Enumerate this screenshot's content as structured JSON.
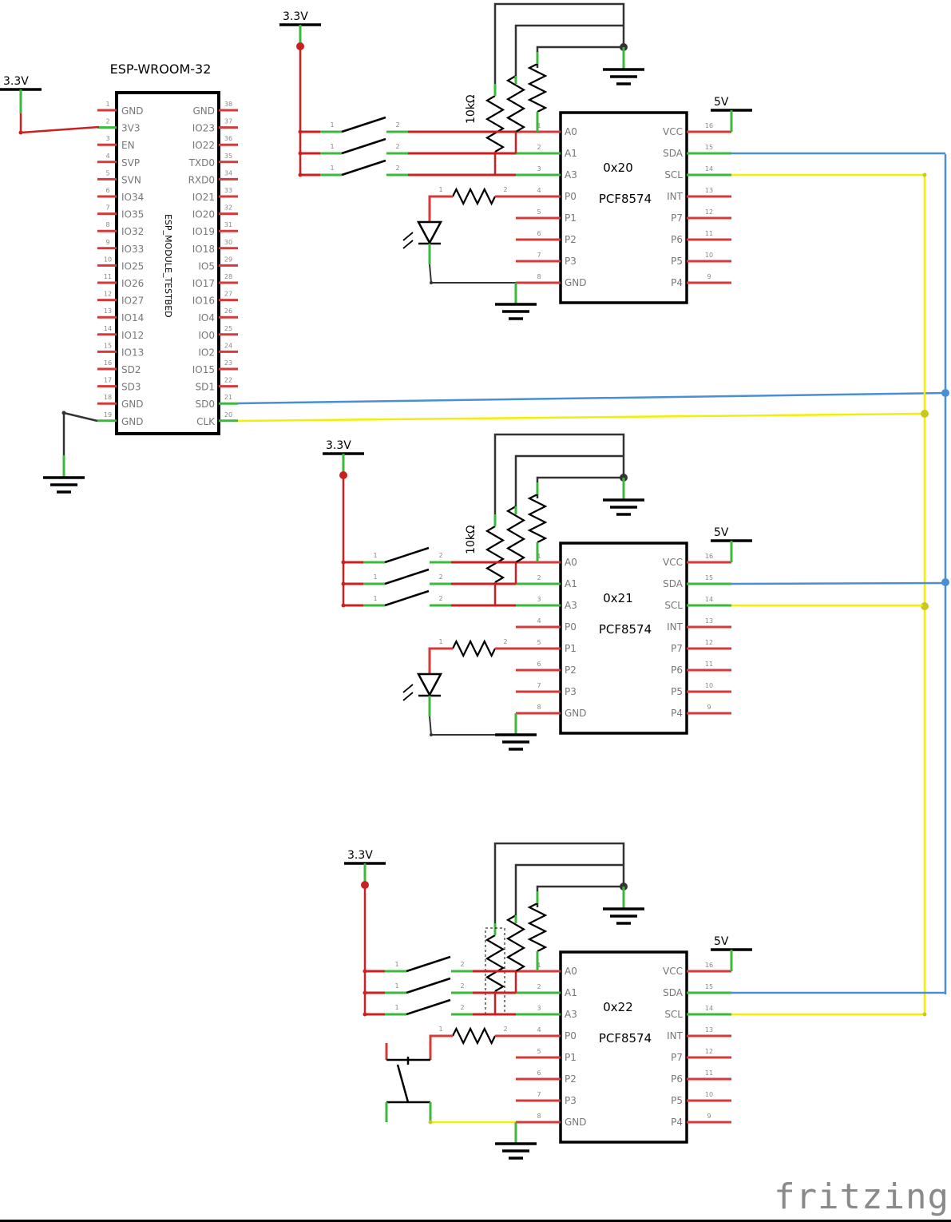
{
  "colors": {
    "wire_red": "#cc1f1f",
    "wire_green": "#3cb83c",
    "wire_dark": "#333333",
    "sda_blue": "#4a8fd4",
    "scl_yellow": "#f0f000",
    "pin_red": "#d43a3a"
  },
  "esp32": {
    "title": "ESP-WROOM-32",
    "module_label": "ESP_MODULE_TESTBED",
    "power_label": "3.3V",
    "left_pins": [
      {
        "num": "1",
        "name": "GND"
      },
      {
        "num": "2",
        "name": "3V3"
      },
      {
        "num": "3",
        "name": "EN"
      },
      {
        "num": "4",
        "name": "SVP"
      },
      {
        "num": "5",
        "name": "SVN"
      },
      {
        "num": "6",
        "name": "IO34"
      },
      {
        "num": "7",
        "name": "IO35"
      },
      {
        "num": "8",
        "name": "IO32"
      },
      {
        "num": "9",
        "name": "IO33"
      },
      {
        "num": "10",
        "name": "IO25"
      },
      {
        "num": "11",
        "name": "IO26"
      },
      {
        "num": "12",
        "name": "IO27"
      },
      {
        "num": "13",
        "name": "IO14"
      },
      {
        "num": "14",
        "name": "IO12"
      },
      {
        "num": "15",
        "name": "IO13"
      },
      {
        "num": "16",
        "name": "SD2"
      },
      {
        "num": "17",
        "name": "SD3"
      },
      {
        "num": "18",
        "name": "GND"
      },
      {
        "num": "19",
        "name": "GND"
      }
    ],
    "right_pins": [
      {
        "num": "38",
        "name": "GND"
      },
      {
        "num": "37",
        "name": "IO23"
      },
      {
        "num": "36",
        "name": "IO22"
      },
      {
        "num": "35",
        "name": "TXD0"
      },
      {
        "num": "34",
        "name": "RXD0"
      },
      {
        "num": "33",
        "name": "IO21"
      },
      {
        "num": "32",
        "name": "IO20"
      },
      {
        "num": "31",
        "name": "IO19"
      },
      {
        "num": "30",
        "name": "IO18"
      },
      {
        "num": "29",
        "name": "IO5"
      },
      {
        "num": "28",
        "name": "IO17"
      },
      {
        "num": "27",
        "name": "IO16"
      },
      {
        "num": "26",
        "name": "IO4"
      },
      {
        "num": "25",
        "name": "IO0"
      },
      {
        "num": "24",
        "name": "IO2"
      },
      {
        "num": "23",
        "name": "IO15"
      },
      {
        "num": "22",
        "name": "SD1"
      },
      {
        "num": "21",
        "name": "SD0"
      },
      {
        "num": "20",
        "name": "CLK"
      }
    ]
  },
  "expanders": [
    {
      "address": "0x20",
      "part": "PCF8574",
      "power_33": "3.3V",
      "power_5": "5V",
      "resistor_label": "10kΩ",
      "output": "led",
      "output_pin": "P0"
    },
    {
      "address": "0x21",
      "part": "PCF8574",
      "power_33": "3.3V",
      "power_5": "5V",
      "resistor_label": "10kΩ",
      "output": "led",
      "output_pin": "P1"
    },
    {
      "address": "0x22",
      "part": "PCF8574",
      "power_33": "3.3V",
      "power_5": "5V",
      "resistor_label": "",
      "output": "button",
      "output_pin": "P0"
    }
  ],
  "pcf_left_pins": [
    {
      "num": "1",
      "name": "A0"
    },
    {
      "num": "2",
      "name": "A1"
    },
    {
      "num": "3",
      "name": "A3"
    },
    {
      "num": "4",
      "name": "P0"
    },
    {
      "num": "5",
      "name": "P1"
    },
    {
      "num": "6",
      "name": "P2"
    },
    {
      "num": "7",
      "name": "P3"
    },
    {
      "num": "8",
      "name": "GND"
    }
  ],
  "pcf_right_pins": [
    {
      "num": "16",
      "name": "VCC"
    },
    {
      "num": "15",
      "name": "SDA"
    },
    {
      "num": "14",
      "name": "SCL"
    },
    {
      "num": "13",
      "name": "INT"
    },
    {
      "num": "12",
      "name": "P7"
    },
    {
      "num": "11",
      "name": "P6"
    },
    {
      "num": "10",
      "name": "P5"
    },
    {
      "num": "9",
      "name": "P4"
    }
  ],
  "footer": {
    "logo": "fritzing"
  }
}
